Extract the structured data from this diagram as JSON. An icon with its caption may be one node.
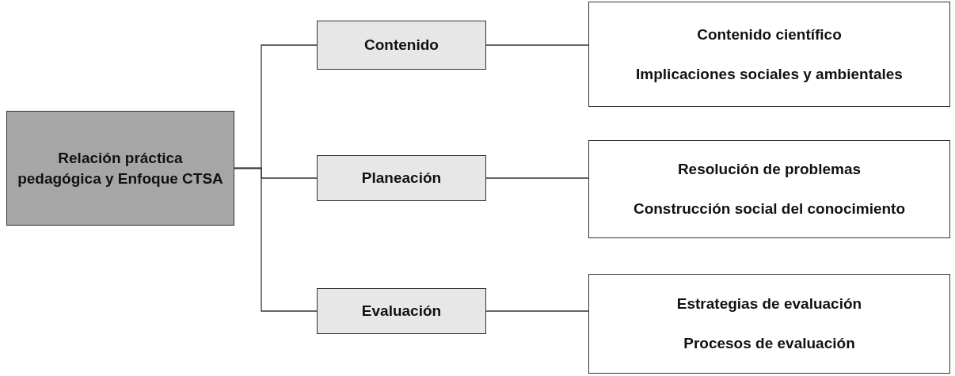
{
  "diagram": {
    "nodes": [
      {
        "text": [
          "Relación práctica pedagógica y Enfoque CTSA"
        ]
      },
      {
        "text": [
          "Contenido"
        ]
      },
      {
        "text": [
          "Contenido científico",
          "Implicaciones sociales y ambientales"
        ]
      },
      {
        "text": [
          "Planeación"
        ]
      },
      {
        "text": [
          "Resolución de problemas",
          "Construcción social del conocimiento"
        ]
      },
      {
        "text": [
          "Evaluación"
        ]
      },
      {
        "text": [
          "Estrategias de evaluación",
          "Procesos de evaluación"
        ]
      }
    ],
    "edges": [
      {
        "from": 0,
        "to": 1,
        "arrow": "none"
      },
      {
        "from": 0,
        "to": 3,
        "arrow": "none"
      },
      {
        "from": 0,
        "to": 5,
        "arrow": "none"
      },
      {
        "from": 1,
        "to": 2,
        "arrow": "none"
      },
      {
        "from": 3,
        "to": 4,
        "arrow": "none"
      },
      {
        "from": 5,
        "to": 6,
        "arrow": "none"
      }
    ]
  }
}
